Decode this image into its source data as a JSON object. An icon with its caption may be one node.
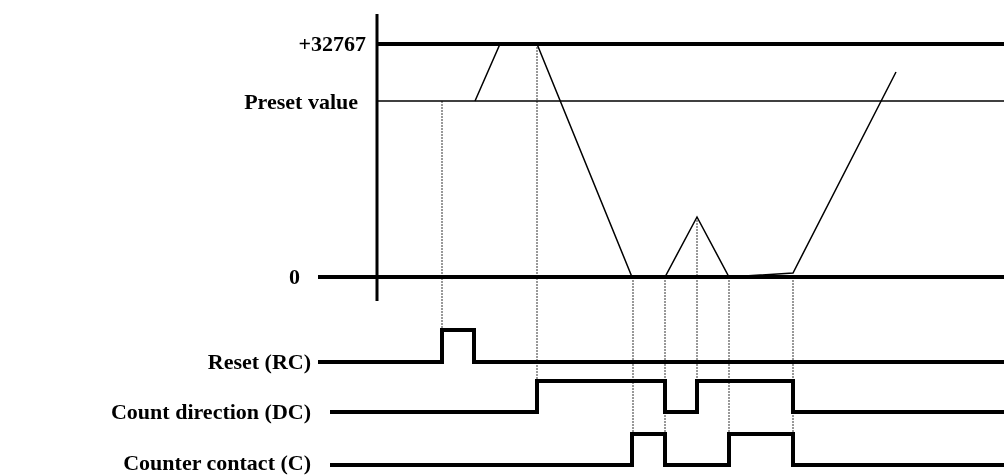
{
  "diagram": {
    "labels": [
      "+32767",
      "Preset value",
      "0",
      "Reset (RC)",
      "Count direction (DC)",
      "Counter contact (C)"
    ]
  }
}
